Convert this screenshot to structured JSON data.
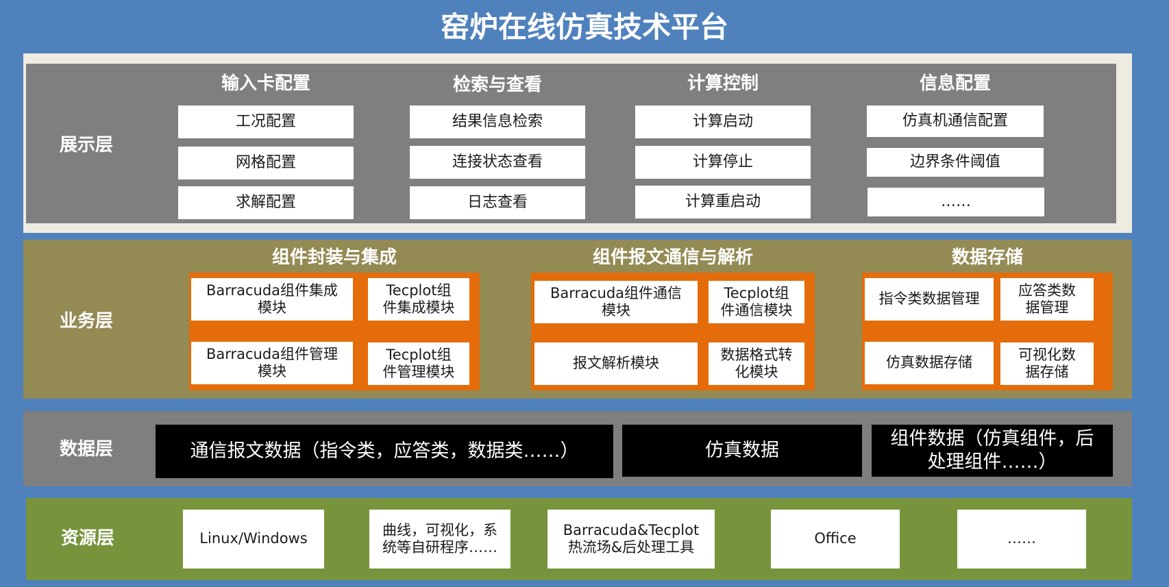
{
  "title": "窑炉在线仿真技术平台",
  "colors": {
    "background": "#4f81bd",
    "presentation_frame": "#eeece1",
    "presentation_bg": "#7f7f7f",
    "business_bg": "#948a54",
    "group_orange": "#e46c0a",
    "data_bg": "#7f7f7f",
    "resource_bg": "#77933c"
  },
  "layers": {
    "presentation": {
      "label": "展示层",
      "groups": [
        {
          "title": "输入卡配置",
          "items": [
            "工况配置",
            "网格配置",
            "求解配置"
          ]
        },
        {
          "title": "检索与查看",
          "items": [
            "结果信息检索",
            "连接状态查看",
            "日志查看"
          ]
        },
        {
          "title": "计算控制",
          "items": [
            "计算启动",
            "计算停止",
            "计算重启动"
          ]
        },
        {
          "title": "信息配置",
          "items": [
            "仿真机通信配置",
            "边界条件阈值",
            "……"
          ]
        }
      ]
    },
    "business": {
      "label": "业务层",
      "groups": [
        {
          "title": "组件封装与集成",
          "items": [
            "Barracuda组件集成\n模块",
            "Tecplot组\n件集成模块",
            "Barracuda组件管理\n模块",
            "Tecplot组\n件管理模块"
          ]
        },
        {
          "title": "组件报文通信与解析",
          "items": [
            "Barracuda组件通信\n模块",
            "Tecplot组\n件通信模块",
            "报文解析模块",
            "数据格式转\n化模块"
          ]
        },
        {
          "title": "数据存储",
          "items": [
            "指令类数据管理",
            "应答类数\n据管理",
            "仿真数据存储",
            "可视化数\n据存储"
          ]
        }
      ]
    },
    "data": {
      "label": "数据层",
      "items": [
        "通信报文数据（指令类，应答类，数据类……）",
        "仿真数据",
        "组件数据（仿真组件，后\n处理组件……）"
      ]
    },
    "resource": {
      "label": "资源层",
      "items": [
        "Linux/Windows",
        "曲线，可视化，系\n统等自研程序……",
        "Barracuda&Tecplot\n热流场&后处理工具",
        "Office",
        "……"
      ]
    }
  }
}
